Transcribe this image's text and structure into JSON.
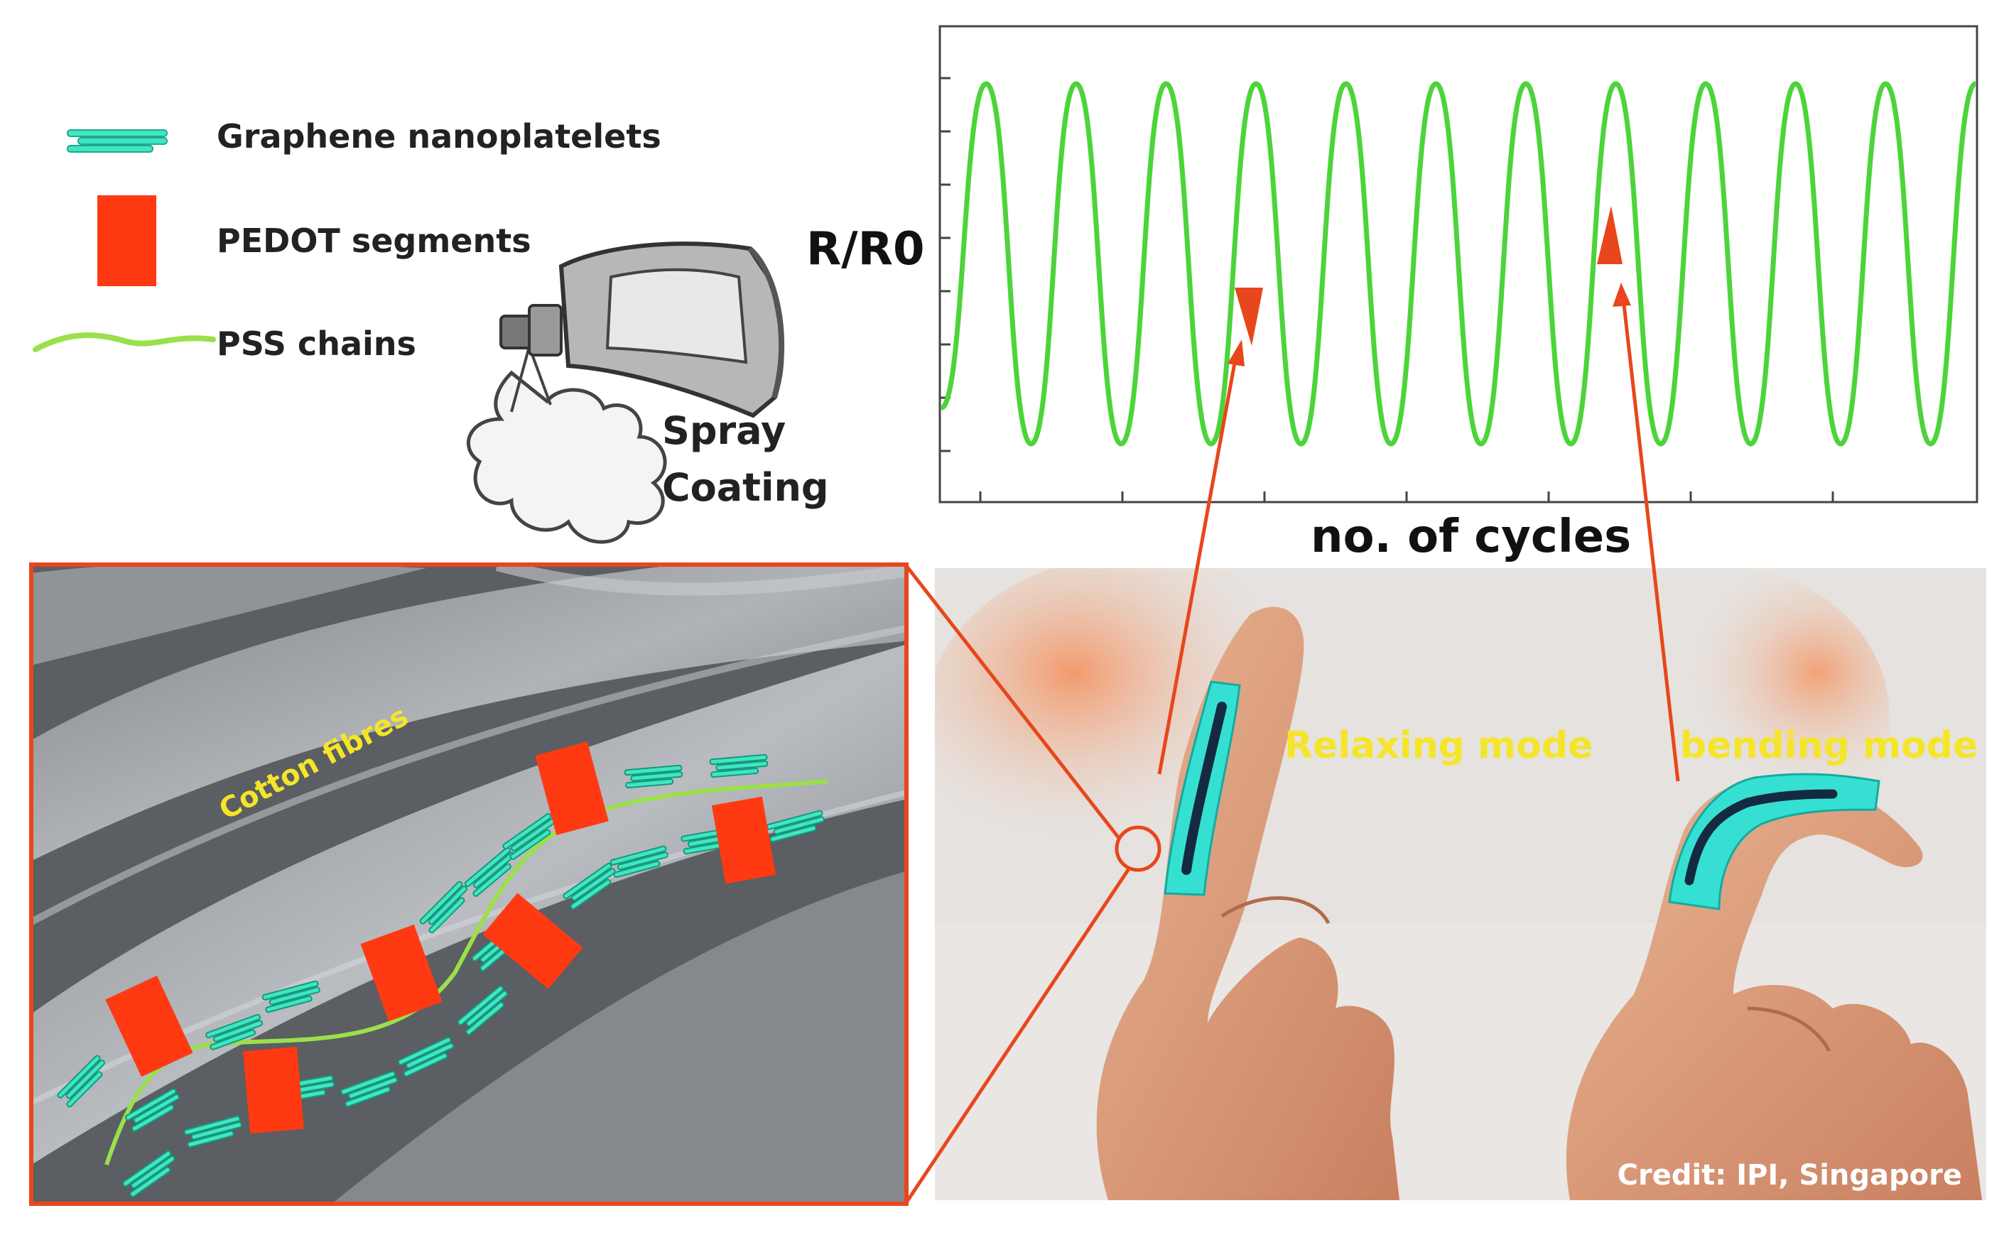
{
  "legend": {
    "graphene_label": "Graphene nanoplatelets",
    "pedot_label": "PEDOT segments",
    "pss_label": "PSS chains"
  },
  "spray": {
    "line1": "Spray",
    "line2": "Coating"
  },
  "chart_data": {
    "type": "line",
    "ylabel": "R/R0",
    "xlabel": "no. of cycles",
    "series": [
      {
        "values": [
          0.1,
          1.0,
          0.0,
          1.0,
          0.0,
          1.0,
          0.0,
          1.0,
          0.0,
          1.0,
          0.0,
          1.0,
          0.0,
          1.0,
          0.0,
          1.0,
          0.0,
          1.0,
          0.0,
          1.0,
          0.0,
          1.0,
          0.0,
          1.0
        ]
      }
    ],
    "ylim": [
      0,
      1
    ],
    "cycles": 12,
    "grid": false,
    "line_color": "#4cd43a"
  },
  "inset": {
    "label": "Cotton fibres"
  },
  "photo": {
    "relaxing_label": "Relaxing mode",
    "bending_label": "bending mode",
    "credit": "Credit: IPI, Singapore"
  },
  "colors": {
    "graphene": "#3fe6c4",
    "pedot": "#ff3a12",
    "pss": "#9be04a",
    "arrow": "#e8461c",
    "annotation_yellow": "#f4e52a"
  }
}
